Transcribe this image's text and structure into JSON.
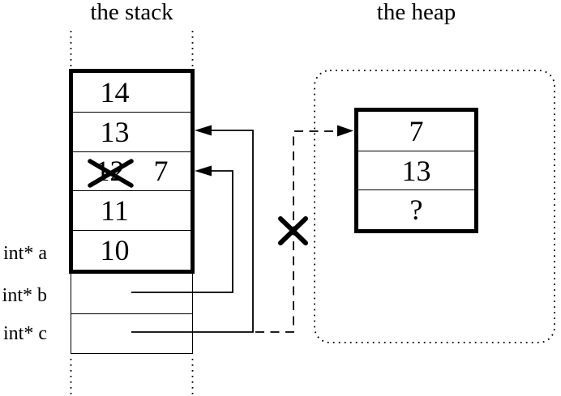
{
  "titles": {
    "stack": "the stack",
    "heap": "the heap"
  },
  "stack": {
    "cells": [
      {
        "value": "14"
      },
      {
        "value": "13"
      },
      {
        "value": "12",
        "crossed_out": true,
        "new_value": "7"
      },
      {
        "value": "11"
      },
      {
        "value": "10"
      }
    ],
    "pointer_labels": [
      {
        "label": "int* a"
      },
      {
        "label": "int* b"
      },
      {
        "label": "int* c"
      }
    ]
  },
  "heap": {
    "cells": [
      {
        "value": "7"
      },
      {
        "value": "13"
      },
      {
        "value": "?"
      }
    ]
  },
  "icons": {
    "crossed_out_value": "x-cross-icon",
    "severed_pointer": "x-cross-icon",
    "pointer_arrows": "left-arrowhead-icon"
  },
  "colors": {
    "foreground": "#000000",
    "background": "#ffffff"
  }
}
